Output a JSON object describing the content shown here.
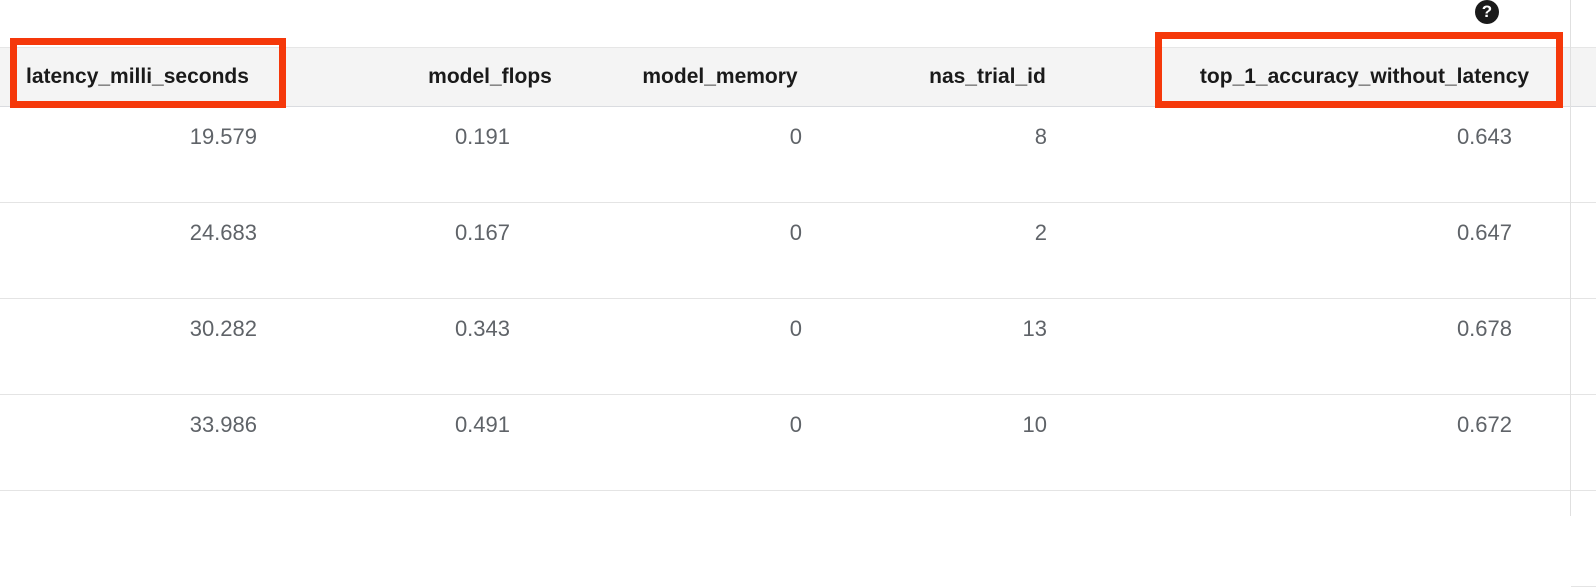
{
  "header": {
    "help_icon": "help-circle-icon"
  },
  "table": {
    "columns": [
      {
        "key": "latency_milli_seconds",
        "label": "latency_milli_seconds",
        "align": "right"
      },
      {
        "key": "model_flops",
        "label": "model_flops",
        "align": "right"
      },
      {
        "key": "model_memory",
        "label": "model_memory",
        "align": "right"
      },
      {
        "key": "nas_trial_id",
        "label": "nas_trial_id",
        "align": "right"
      },
      {
        "key": "top_1_accuracy_without_latency",
        "label": "top_1_accuracy_without_latency",
        "align": "right"
      }
    ],
    "rows": [
      {
        "latency_milli_seconds": "19.579",
        "model_flops": "0.191",
        "model_memory": "0",
        "nas_trial_id": "8",
        "top_1_accuracy_without_latency": "0.643"
      },
      {
        "latency_milli_seconds": "24.683",
        "model_flops": "0.167",
        "model_memory": "0",
        "nas_trial_id": "2",
        "top_1_accuracy_without_latency": "0.647"
      },
      {
        "latency_milli_seconds": "30.282",
        "model_flops": "0.343",
        "model_memory": "0",
        "nas_trial_id": "13",
        "top_1_accuracy_without_latency": "0.678"
      },
      {
        "latency_milli_seconds": "33.986",
        "model_flops": "0.491",
        "model_memory": "0",
        "nas_trial_id": "10",
        "top_1_accuracy_without_latency": "0.672"
      }
    ]
  },
  "annotations": [
    {
      "name": "highlight-latency-column-header",
      "color": "#f5380a"
    },
    {
      "name": "highlight-top-1-accuracy-column-header",
      "color": "#f5380a"
    }
  ],
  "colors": {
    "header_background": "#f4f4f4",
    "header_text": "#1a1a1a",
    "cell_text": "#5f6368",
    "row_divider": "#e4e4e4",
    "annotation": "#f5380a"
  }
}
